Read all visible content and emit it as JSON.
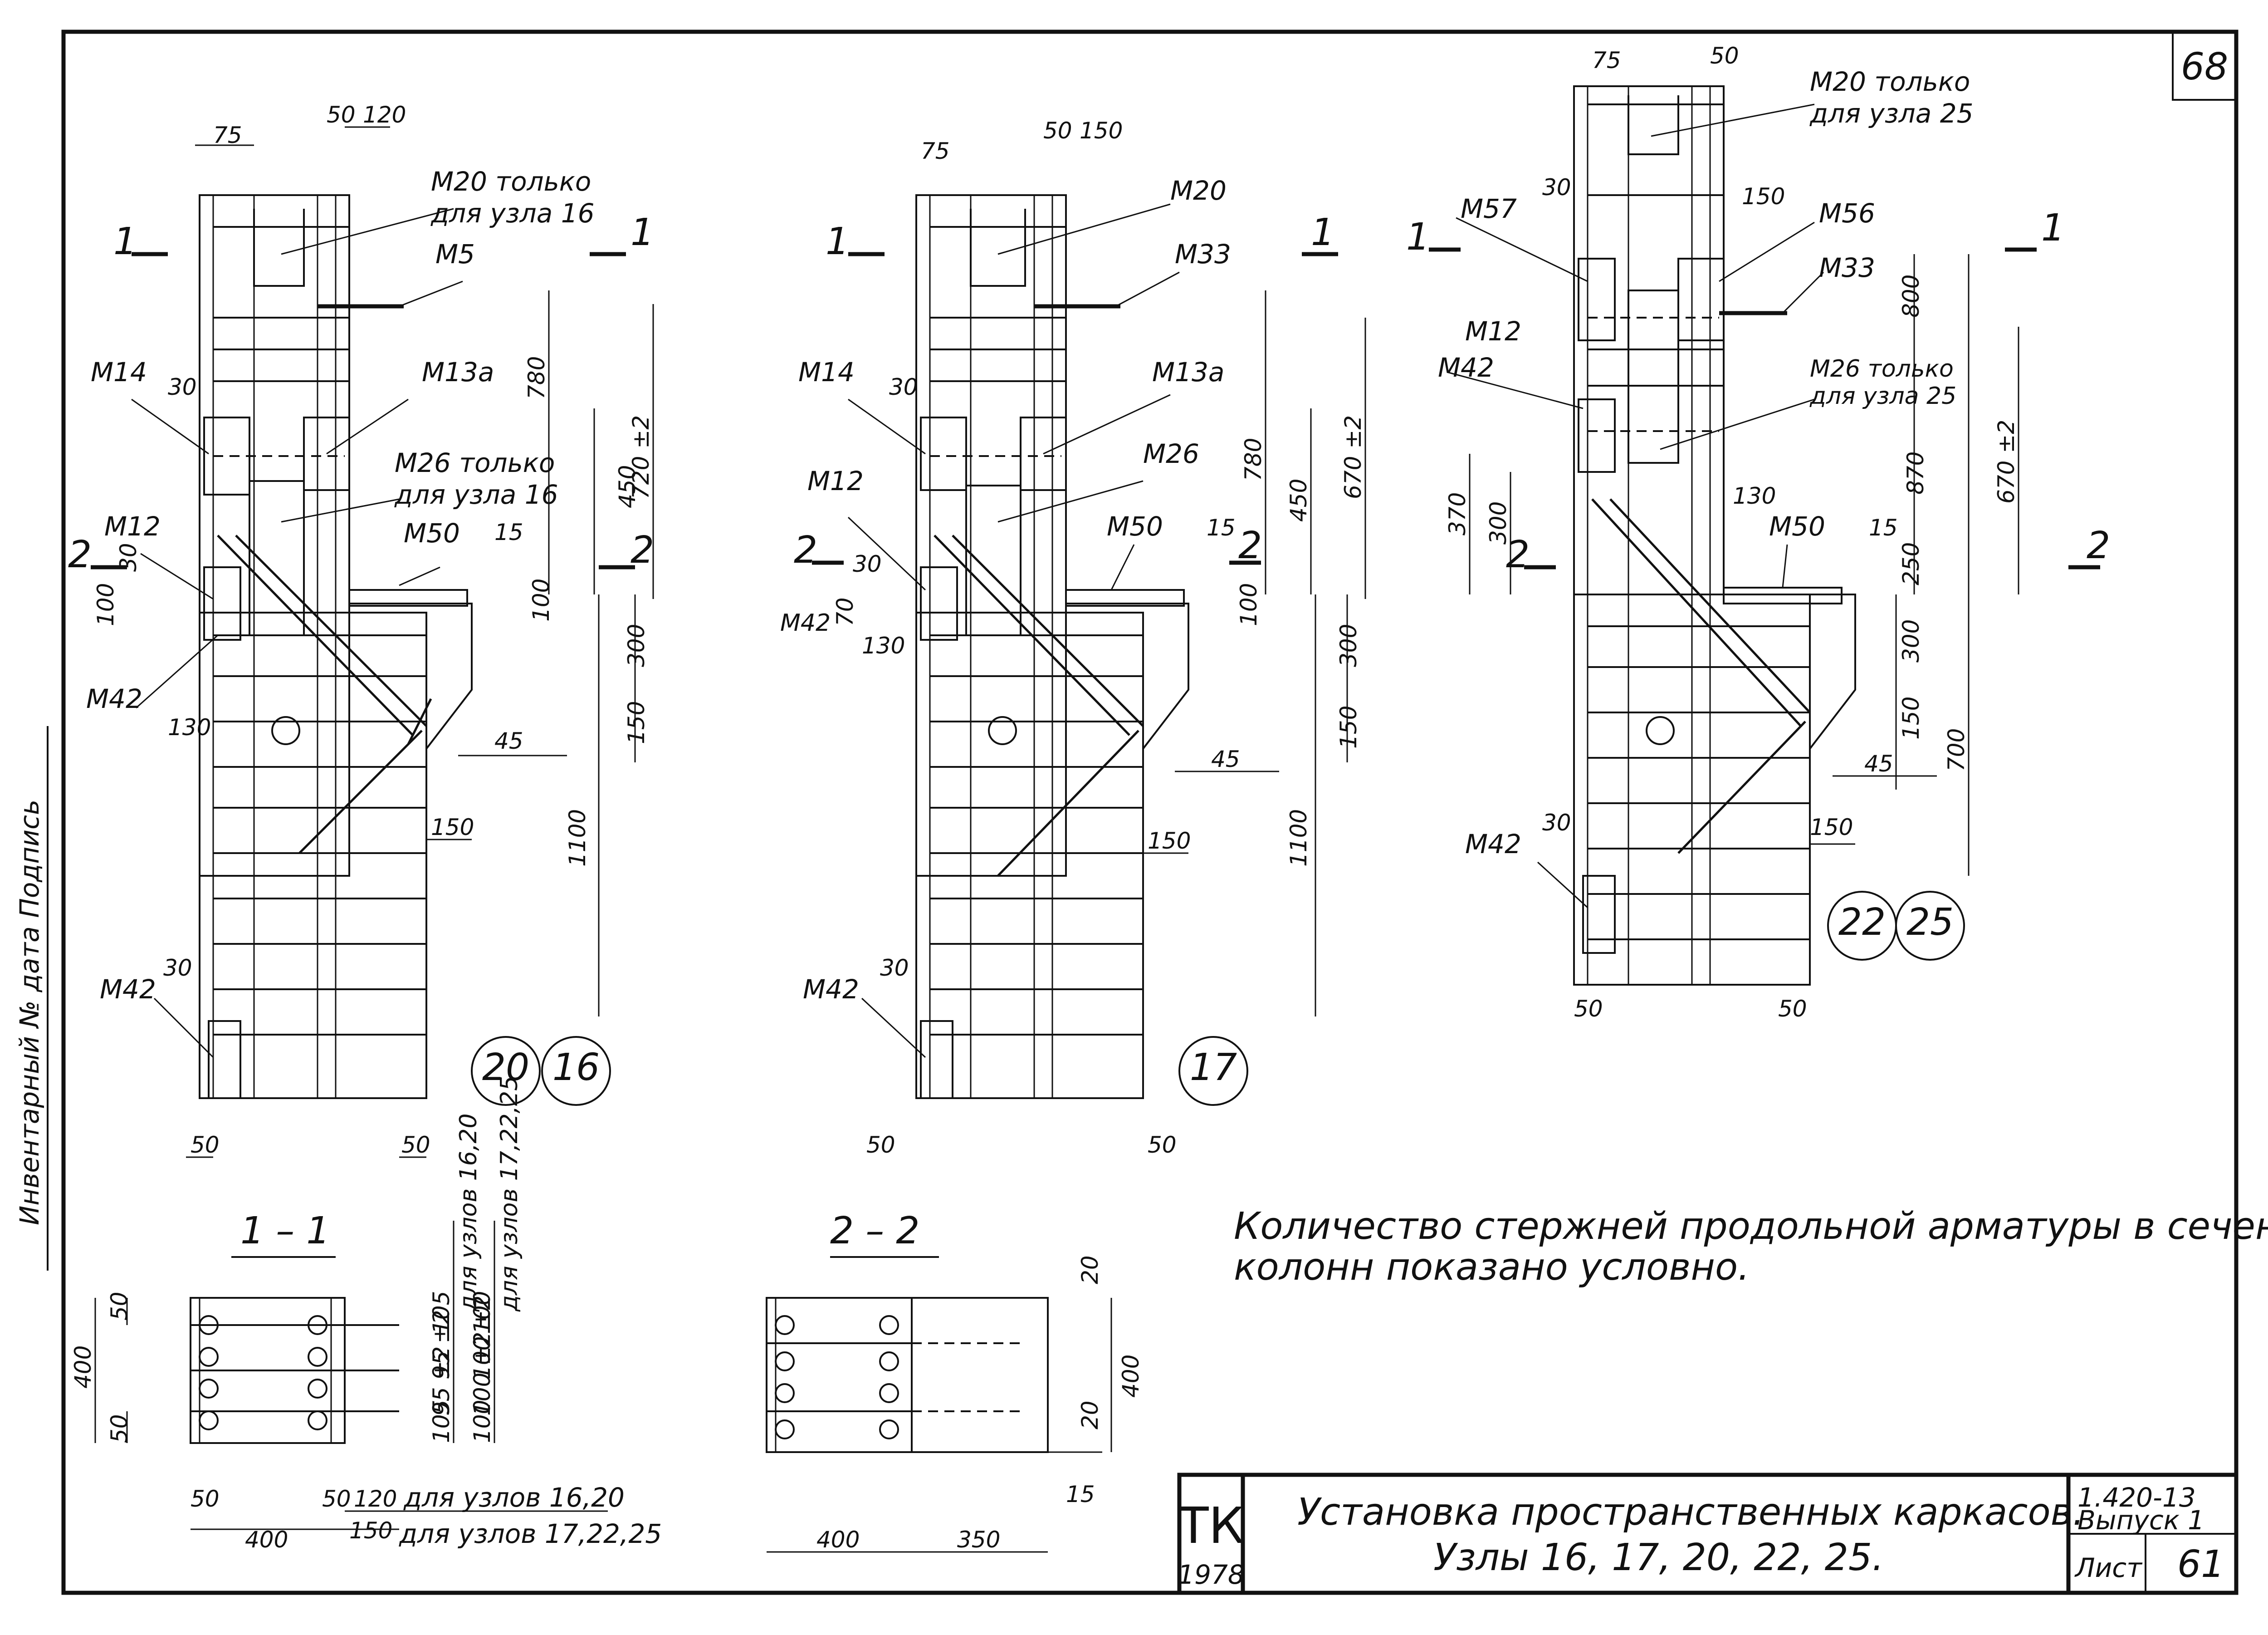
{
  "sheet": {
    "page_number": "68",
    "side_margin_text": "Инвентарный №    дата    Подпись",
    "stamp_text": "ТК",
    "stamp_year": "1978",
    "title_line1": "Установка пространственных каркасов.",
    "title_line2": "Узлы 16, 17, 20, 22, 25.",
    "series": "1.420-13",
    "issue": "Выпуск 1",
    "sheet_label": "Лист",
    "sheet_no": "61"
  },
  "note": {
    "line1": "Количество стержней продольной арматуры в сечениях",
    "line2": "колонн показано условно."
  },
  "node_left": {
    "labels": {
      "m20": "М20 только",
      "m20b": "для узла 16",
      "m5": "М5",
      "m14": "М14",
      "m13a": "М13а",
      "m26": "М26 только",
      "m26b": "для узла 16",
      "m12": "М12",
      "m50": "М50",
      "m42a": "М42",
      "m42b": "М42"
    },
    "dims": {
      "d75": "75",
      "d50": "50",
      "d120": "120",
      "d30a": "30",
      "d30b": "30",
      "d30c": "30",
      "d100": "100",
      "d130": "130",
      "d15": "15",
      "d780": "780",
      "d720": "720 ±2",
      "d450": "450",
      "d100b": "100",
      "d300": "300",
      "d150": "150",
      "d45": "45",
      "d150b": "150",
      "d1100": "1100",
      "d50b": "50",
      "d50c": "50"
    },
    "cut1": "1",
    "cut1b": "1",
    "cut2": "2",
    "cut2b": "2",
    "circles": [
      "20",
      "16"
    ]
  },
  "node_mid": {
    "labels": {
      "m20": "М20",
      "m33": "М33",
      "m14": "М14",
      "m13a": "М13а",
      "m26": "М26",
      "m12": "М12",
      "m50": "М50",
      "m42a": "М42",
      "m42b": "М42"
    },
    "dims": {
      "d75": "75",
      "d50": "50",
      "d150": "150",
      "d30": "30",
      "d30b": "30",
      "d70": "70",
      "d130": "130",
      "d15": "15",
      "d780": "780",
      "d670": "670 ±2",
      "d450": "450",
      "d100": "100",
      "d300": "300",
      "d150b": "150",
      "d45": "45",
      "d150c": "150",
      "d1100": "1100",
      "d50a": "50",
      "d50b": "50",
      "d30c": "30"
    },
    "cut1": "1",
    "cut1b": "1",
    "cut2": "2",
    "cut2b": "2",
    "circles": [
      "17"
    ]
  },
  "node_right": {
    "labels": {
      "m20": "М20 только",
      "m20b": "для узла 25",
      "m57": "М57",
      "m56": "М56",
      "m33": "М33",
      "m12": "М12",
      "m42": "М42",
      "m26": "М26 только",
      "m26b": "для узла 25",
      "m50": "М50",
      "m42b": "М42"
    },
    "dims": {
      "d75": "75",
      "d50": "50",
      "d30": "30",
      "d150": "150",
      "d800": "800",
      "d870": "870",
      "d670": "670 ±2",
      "d370": "370",
      "d300": "300",
      "d130": "130",
      "d15": "15",
      "d250": "250",
      "d300b": "300",
      "d150b": "150",
      "d45": "45",
      "d700": "700",
      "d150c": "150",
      "d30b": "30",
      "d50b": "50",
      "d50c": "50"
    },
    "cut1": "1",
    "cut1b": "1",
    "cut2": "2",
    "cut2b": "2",
    "circles": [
      "22",
      "25"
    ]
  },
  "section_1_1": {
    "title": "1 – 1",
    "d400": "400",
    "d50a": "50",
    "d50b": "50",
    "d50c": "50",
    "d50d": "50",
    "d120": "120",
    "d150": "150",
    "d400b": "400",
    "col_a_105": "105",
    "col_a_95": "95 ±2",
    "col_a_95b": "95 ±2",
    "col_a_105b": "105",
    "col_b_100": "100",
    "col_b_100b": "100 ±2",
    "col_b_100c": "100 ±2",
    "col_b_100d": "100",
    "note_a": "для узлов 16,20",
    "note_b": "для узлов 17,22,25",
    "bottom_a": "для узлов 16,20",
    "bottom_b": "для узлов 17,22,25"
  },
  "section_2_2": {
    "title": "2 – 2",
    "d400": "400",
    "d350": "350",
    "d20a": "20",
    "d20b": "20",
    "d400b": "400",
    "d15": "15"
  }
}
